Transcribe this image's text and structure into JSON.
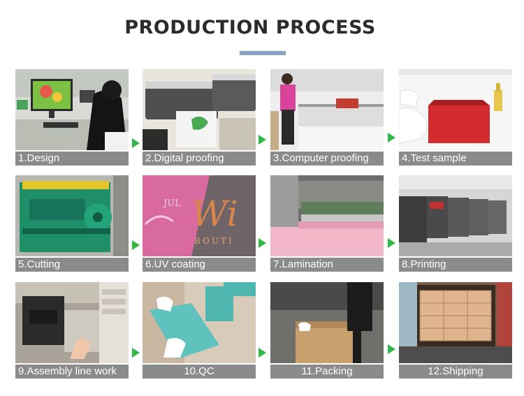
{
  "title": "PRODUCTION PROCESS",
  "colors": {
    "title": "#2b2b2b",
    "accent_bar": "#8ba3c3",
    "caption_bg": "#8b8b8b",
    "arrow": "#2fb845"
  },
  "steps": [
    {
      "label": "1.Design",
      "icon": "design-photo"
    },
    {
      "label": "2.Digital proofing",
      "icon": "digital-proofing-photo"
    },
    {
      "label": "3.Computer proofing",
      "icon": "computer-proofing-photo"
    },
    {
      "label": "4.Test  sample",
      "icon": "test-sample-photo"
    },
    {
      "label": "5.Cutting",
      "icon": "cutting-photo"
    },
    {
      "label": "6.UV coating",
      "icon": "uv-coating-photo",
      "photo_text": [
        "JUL",
        "Wi",
        "BOUTI"
      ]
    },
    {
      "label": "7.Lamination",
      "icon": "lamination-photo"
    },
    {
      "label": "8.Printing",
      "icon": "printing-photo"
    },
    {
      "label": "9.Assembly line work",
      "icon": "assembly-photo"
    },
    {
      "label": "10.QC",
      "icon": "qc-photo"
    },
    {
      "label": "11.Packing",
      "icon": "packing-photo"
    },
    {
      "label": "12.Shipping",
      "icon": "shipping-photo"
    }
  ]
}
